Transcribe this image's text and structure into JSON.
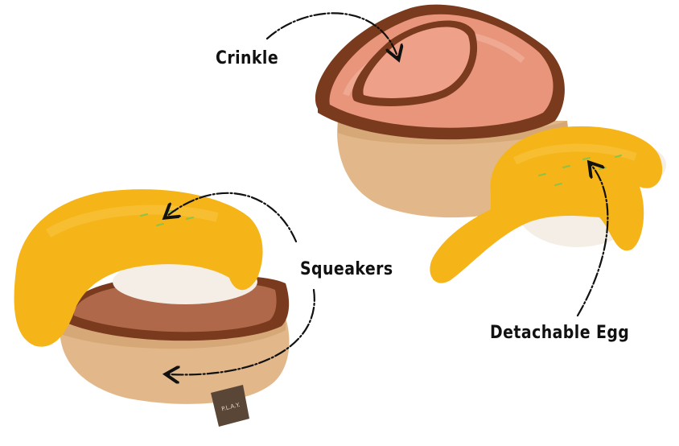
{
  "labels": {
    "crinkle": "Crinkle",
    "squeakers": "Squeakers",
    "detachable_egg": "Detachable Egg"
  },
  "tag": {
    "text": "P.L.A.Y."
  },
  "colors": {
    "background": "#ffffff",
    "egg_yolk": "#F5B417",
    "ham": "#E9957C",
    "ham_rind": "#7A3A1E",
    "muffin": "#E2B88A",
    "egg_white": "#F4EEE6",
    "stitch": "#8BC34A",
    "text": "#111111",
    "tag": "#5A4636"
  }
}
